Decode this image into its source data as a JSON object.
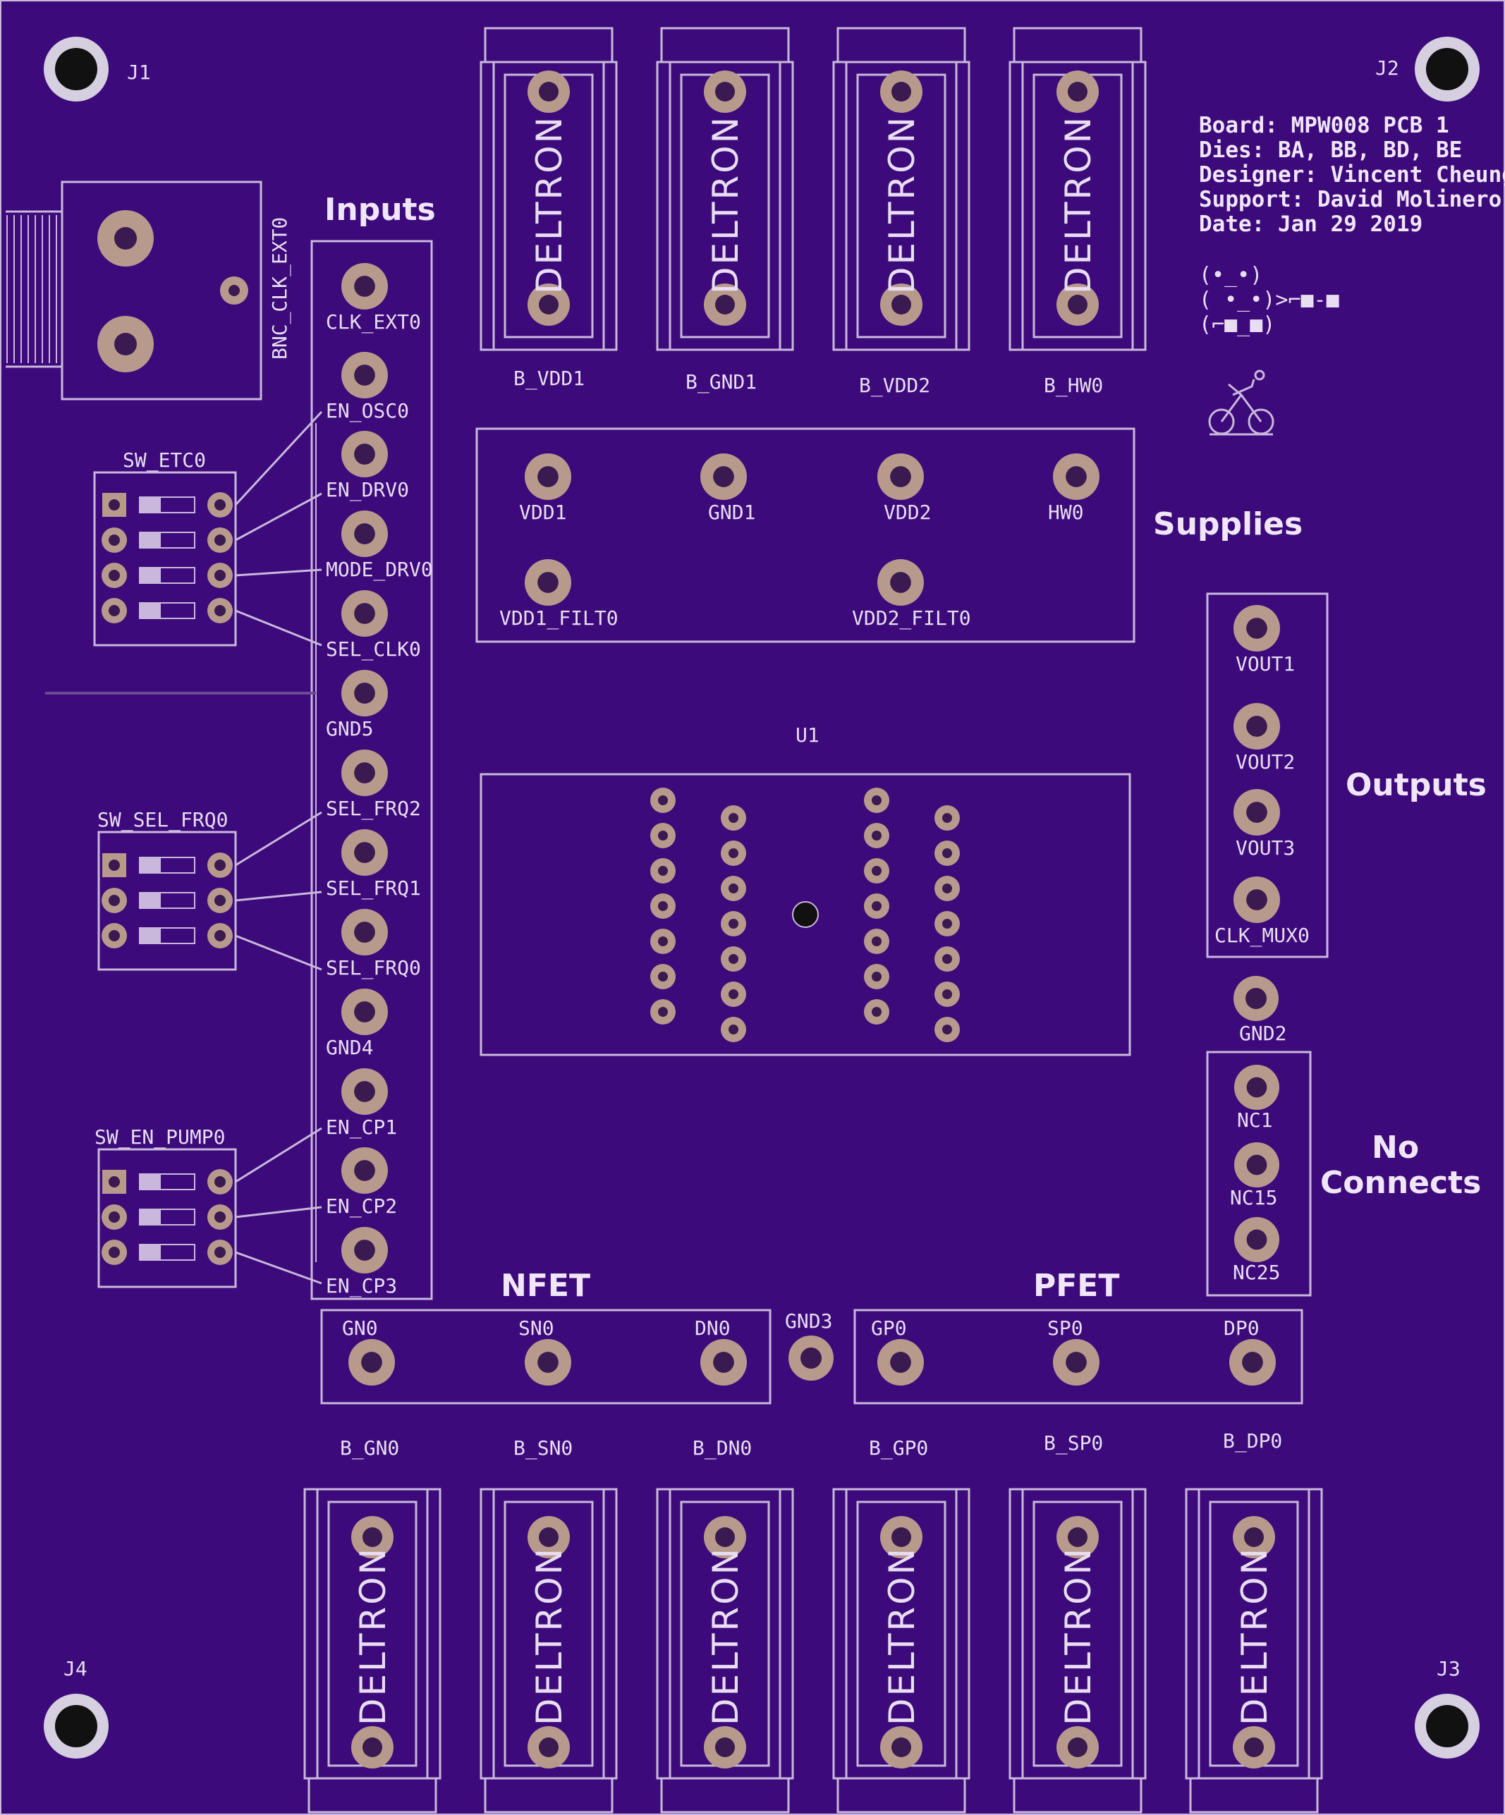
{
  "mount_holes": [
    {
      "ref": "J1"
    },
    {
      "ref": "J2"
    },
    {
      "ref": "J3"
    },
    {
      "ref": "J4"
    }
  ],
  "info_block": {
    "lines": [
      "Board: MPW008 PCB 1",
      "Dies: BA, BB, BD, BE",
      "Designer: Vincent Cheung",
      "Support: David Molinero",
      "Date: Jan 29 2019"
    ],
    "art_lines": [
      "(•_•)",
      "( •_•)>⌐■-■",
      "(⌐■_■)"
    ]
  },
  "sections": {
    "inputs": "Inputs",
    "supplies": "Supplies",
    "outputs": "Outputs",
    "no_connects_line1": "No",
    "no_connects_line2": "Connects",
    "nfet": "NFET",
    "pfet": "PFET"
  },
  "connector_brand": "DELTRON",
  "bnc_label": "BNC_CLK_EXT0",
  "u1_label": "U1",
  "top_bananas": [
    "B_VDD1",
    "B_GND1",
    "B_VDD2",
    "B_HW0"
  ],
  "bottom_bananas": [
    "B_GN0",
    "B_SN0",
    "B_DN0",
    "B_GP0",
    "B_SP0",
    "B_DP0"
  ],
  "supplies_pins": [
    "VDD1",
    "GND1",
    "VDD2",
    "HW0",
    "VDD1_FILT0",
    "VDD2_FILT0"
  ],
  "input_pins": [
    "CLK_EXT0",
    "EN_OSC0",
    "EN_DRV0",
    "MODE_DRV0",
    "SEL_CLK0",
    "GND5",
    "SEL_FRQ2",
    "SEL_FRQ1",
    "SEL_FRQ0",
    "GND4",
    "EN_CP1",
    "EN_CP2",
    "EN_CP3"
  ],
  "output_pins": [
    "VOUT1",
    "VOUT2",
    "VOUT3",
    "CLK_MUX0"
  ],
  "gnd2": "GND2",
  "nc_pins": [
    "NC1",
    "NC15",
    "NC25"
  ],
  "nfet_pins": [
    "GN0",
    "SN0",
    "DN0"
  ],
  "gnd3": "GND3",
  "pfet_pins": [
    "GP0",
    "SP0",
    "DP0"
  ],
  "switches": [
    "SW_ETC0",
    "SW_SEL_FRQ0",
    "SW_EN_PUMP0"
  ]
}
